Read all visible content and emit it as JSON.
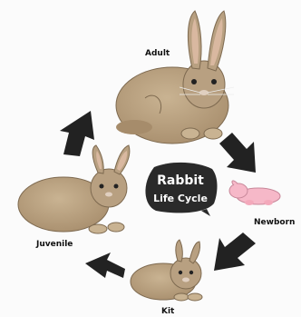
{
  "diagram": {
    "title_line1": "Rabbit",
    "title_line2": "Life Cycle",
    "stages": {
      "adult": "Adult",
      "newborn": "Newborn",
      "kit": "Kit",
      "juvenile": "Juvenile"
    }
  },
  "colors": {
    "fur": "#b8a081",
    "fur_dark": "#8d7558",
    "ear_inner": "#d9b8a0",
    "newborn_pink": "#f6b8c8",
    "arrow": "#222222",
    "badge": "#2a2a2a"
  }
}
